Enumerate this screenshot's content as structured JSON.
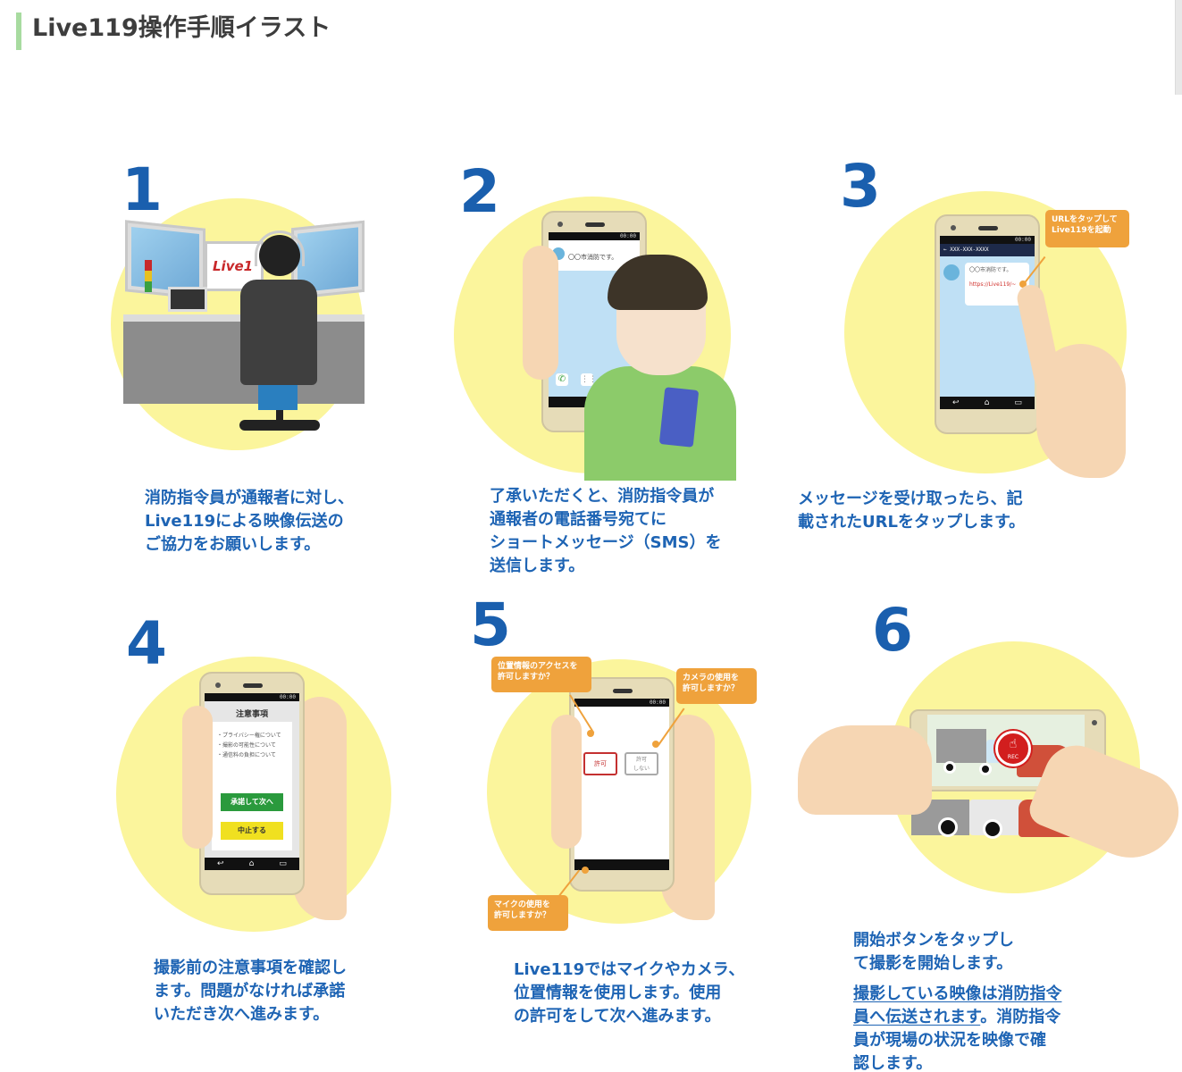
{
  "heading": {
    "title": "Live119操作手順イラスト",
    "accent_color": "#a8dba0"
  },
  "colors": {
    "step_number": "#1a5fae",
    "caption": "#1e64b4",
    "circle": "#fbf59c",
    "callout": "#efa23c"
  },
  "steps": [
    {
      "number": "1",
      "caption": "消防指令員が通報者に対し、\nLive119による映像伝送の\nご協力をお願いします。",
      "illustration": {
        "monitor_text": "Live1"
      }
    },
    {
      "number": "2",
      "caption": "了承いただくと、消防指令員が\n通報者の電話番号宛てに\nショートメッセージ（SMS）を\n送信します。",
      "illustration": {
        "notification_text": "〇〇市消防です。",
        "status_time": "00:00"
      }
    },
    {
      "number": "3",
      "caption": "メッセージを受け取ったら、記\n載されたURLをタップします。",
      "illustration": {
        "callout": "URLをタップして\nLive119を起動",
        "phone_number": "XXX-XXX-XXXX",
        "message_text": "〇〇市消防です。",
        "message_url": "https://Live119/~",
        "status_time": "00:00"
      }
    },
    {
      "number": "4",
      "caption": "撮影前の注意事項を確認し\nます。問題がなければ承諾\nいただき次へ進みます。",
      "illustration": {
        "screen_title": "注意事項",
        "items": [
          "・プライバシー権について",
          "・撮影の可能性について",
          "・通信料の負担について"
        ],
        "accept_button": "承諾して次へ",
        "cancel_button": "中止する",
        "status_time": "00:00"
      }
    },
    {
      "number": "5",
      "caption": "Live119ではマイクやカメラ、\n位置情報を使用します。使用\nの許可をして次へ進みます。",
      "illustration": {
        "callout_location": "位置情報のアクセスを\n許可しますか？",
        "callout_camera": "カメラの使用を\n許可しますか？",
        "callout_mic": "マイクの使用を\n許可しますか？",
        "allow_button": "許可",
        "deny_button": "許可\nしない",
        "status_time": "00:00"
      }
    },
    {
      "number": "6",
      "caption_line1": "開始ボタンをタップし\nて撮影を開始します。",
      "caption_underlined": "撮影している映像は消防指令\n員へ伝送されます",
      "caption_rest": "。消防指令\n員が現場の状況を映像で確\n認します。",
      "illustration": {
        "record_button": "REC"
      }
    }
  ]
}
